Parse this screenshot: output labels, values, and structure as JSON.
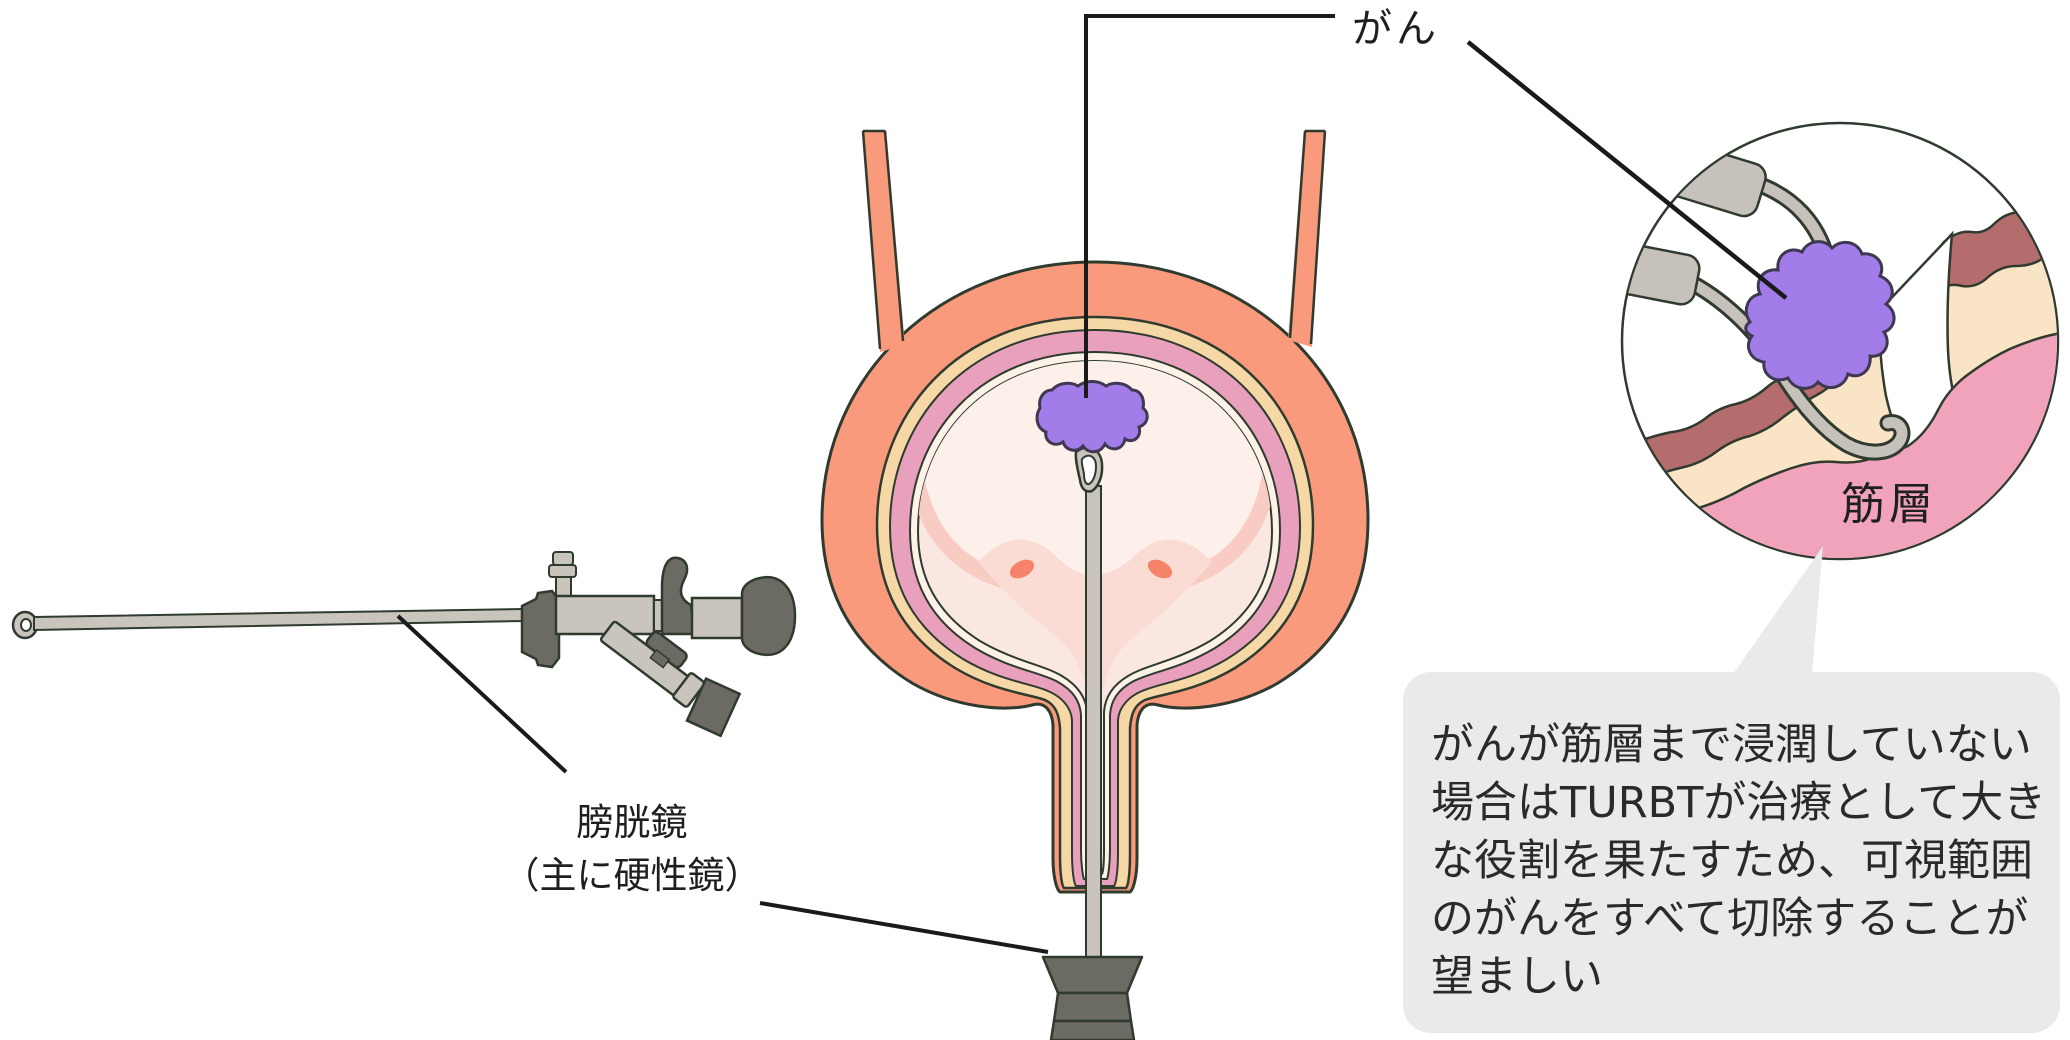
{
  "figure": {
    "gan_label": "がん",
    "cystoscope_label_line1": "膀胱鏡",
    "cystoscope_label_line2": "（主に硬性鏡）",
    "muscle_layer_label": "筋層",
    "note": {
      "lines": [
        "がんが筋層まで浸潤していない",
        "場合はTURBTが治療として大き",
        "な役割を果たすため、可視範囲",
        "のがんをすべて切除することが",
        "望ましい"
      ]
    },
    "colors": {
      "bladder_outer": "#F89A7B",
      "submucosa_cream": "#F5D8A6",
      "mucosa_pink": "#E9A0BC",
      "lining_pale": "#FDF2E7",
      "lumen": "#FBE7E1",
      "tumor_purple": "#A27CE9",
      "inset_mucosa_red": "#B56C6C",
      "inset_cream": "#FAE4C6",
      "inset_muscle_pink": "#F1A3BB",
      "instrument_light_gray": "#C9C5BD",
      "instrument_dark_gray": "#6B6A63",
      "outline_dark": "#2F3B2F",
      "note_box_gray": "#EAEAEC",
      "label_line_black": "#1A1A1A",
      "orifice_orange": "#F5836A"
    }
  }
}
